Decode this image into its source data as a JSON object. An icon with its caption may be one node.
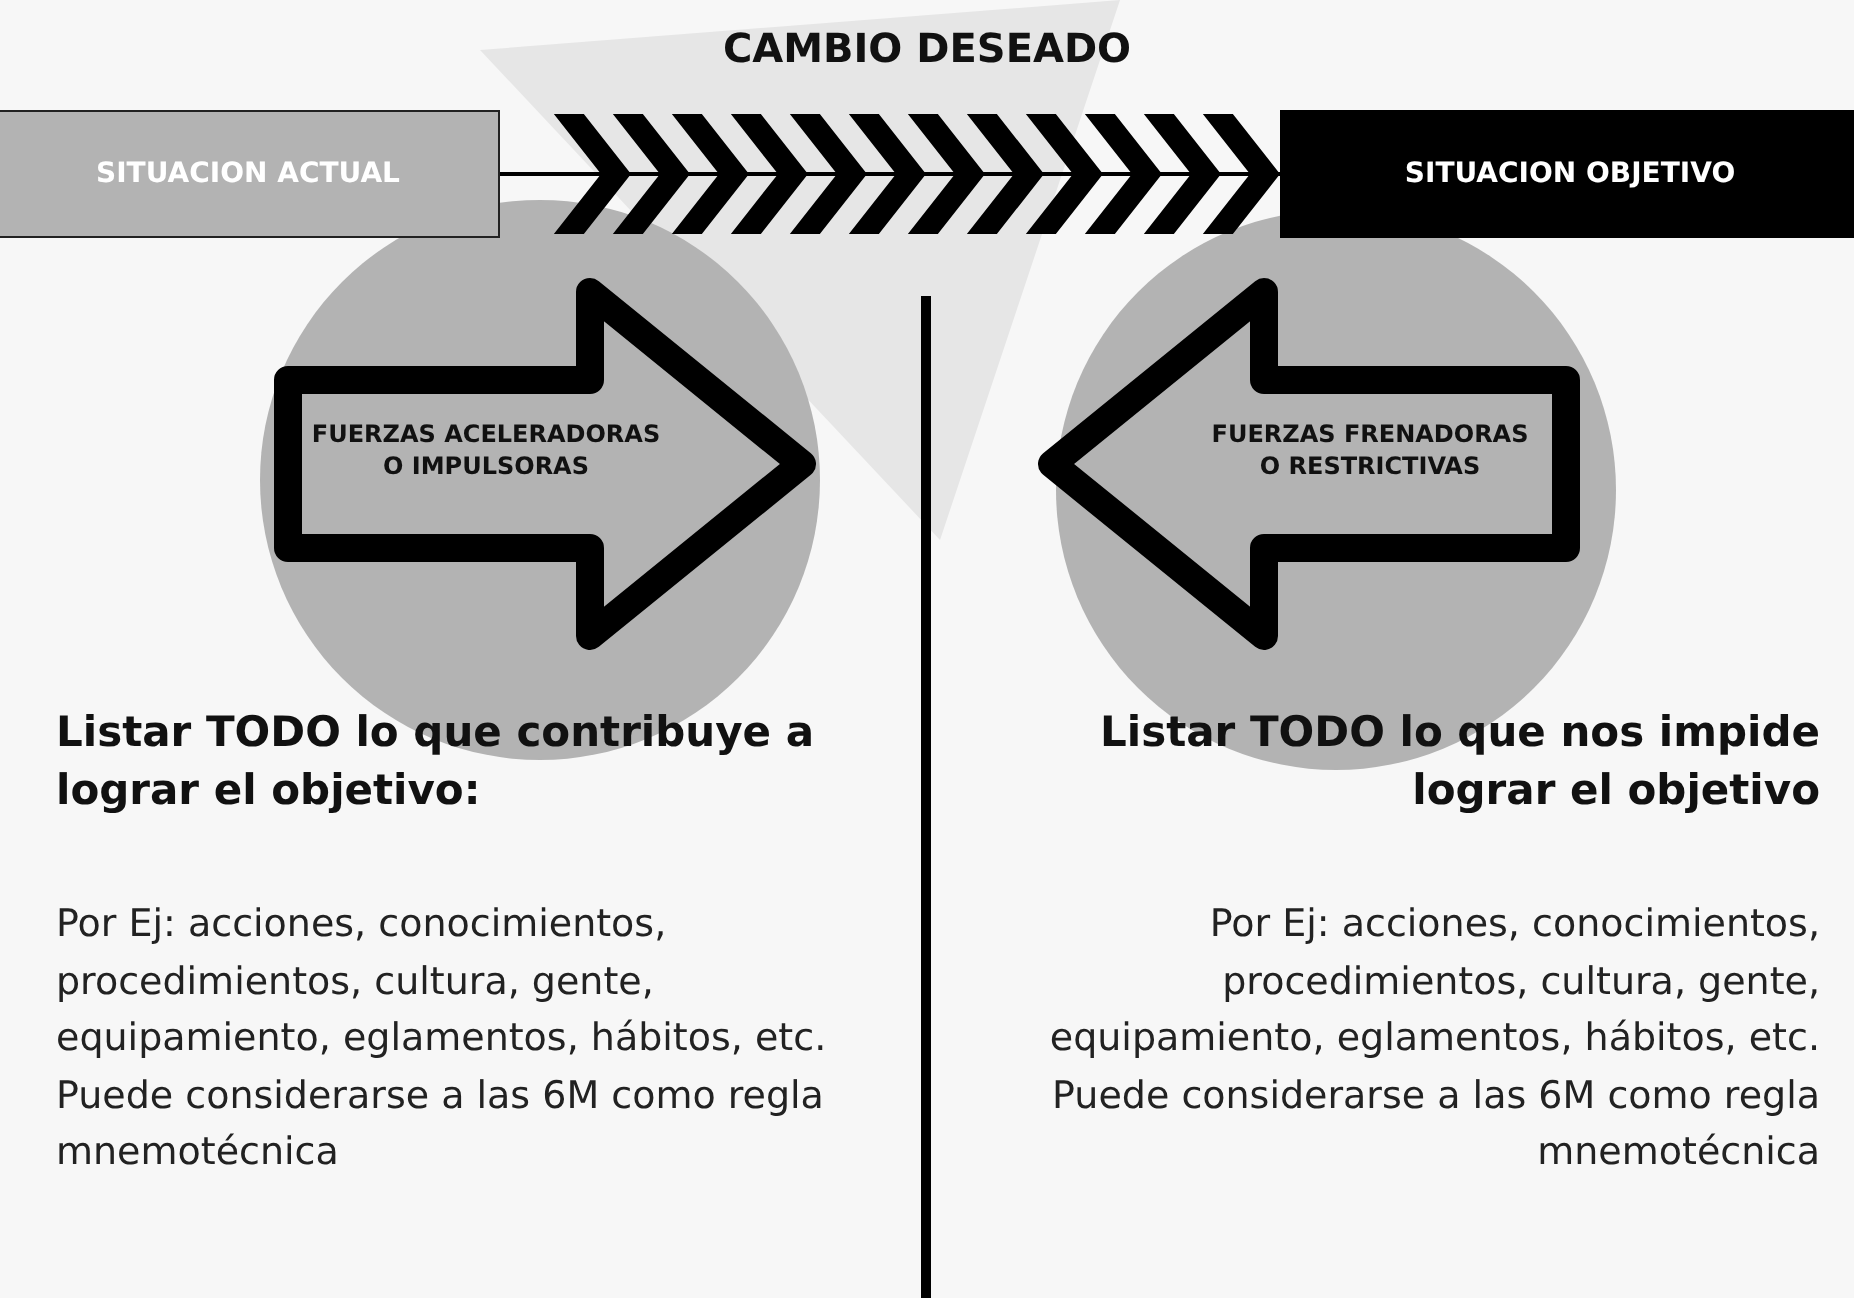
{
  "diagram": {
    "title": "CAMBIO DESEADO",
    "nodes": [
      {
        "text": [
          "SITUACION ACTUAL"
        ]
      },
      {
        "text": [
          "SITUACION OBJETIVO"
        ]
      },
      {
        "text": [
          "FUERZAS ACELERADORAS O IMPULSORAS"
        ]
      },
      {
        "text": [
          "FUERZAS FRENADORAS O RESTRICTIVAS"
        ]
      }
    ],
    "edges": [
      {
        "from": 0,
        "to": 1,
        "arrow": "to"
      }
    ],
    "labels": [
      "Listar TODO lo que contribuye a lograr el objetivo:",
      "Listar TODO lo que nos impide lograr el objetivo",
      "Por Ej: acciones, conocimientos, procedimientos, cultura, gente, equipamiento, eglamentos, hábitos, etc. Puede considerarse a las 6M como regla mnemotécnica",
      "Por Ej: acciones, conocimientos, procedimientos, cultura, gente, equipamiento, eglamentos, hábitos, etc. Puede considerarse a las 6M como regla mnemotécnica"
    ]
  }
}
